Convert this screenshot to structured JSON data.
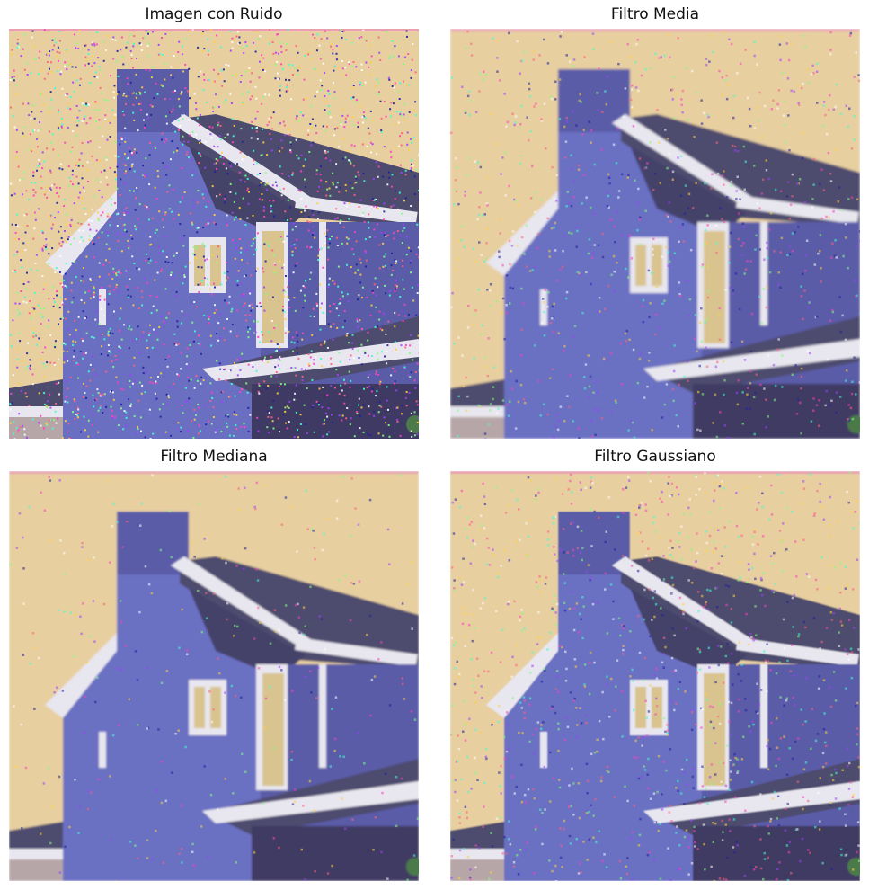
{
  "panels": [
    {
      "title": "Imagen con Ruido",
      "noise": "heavy"
    },
    {
      "title": "Filtro Media",
      "noise": "blurred"
    },
    {
      "title": "Filtro Mediana",
      "noise": "light"
    },
    {
      "title": "Filtro Gaussiano",
      "noise": "medium"
    }
  ],
  "colors": {
    "sky": "#e8cfa0",
    "wall": "#6a6fc2",
    "wall_shadow": "#5a5ca8",
    "roof": "#4e4c6e",
    "trim": "#e8e6ee",
    "door": "#d9c490",
    "dark_wall": "#3f3a63",
    "edge": "#e8a0b0"
  }
}
